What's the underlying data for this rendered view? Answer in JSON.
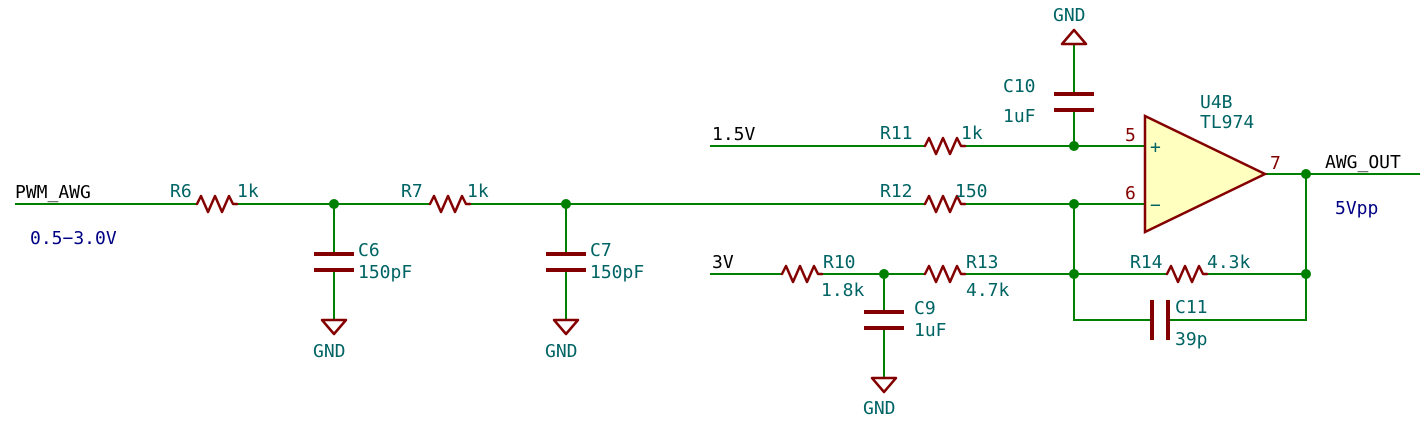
{
  "nets": {
    "pwm_awg": "PWM_AWG",
    "v15": "1.5V",
    "v3": "3V",
    "awg_out": "AWG_OUT"
  },
  "notes": {
    "input_range": "0.5−3.0V",
    "output_swing": "5Vpp"
  },
  "parts": {
    "r6": {
      "ref": "R6",
      "value": "1k"
    },
    "r7": {
      "ref": "R7",
      "value": "1k"
    },
    "r10": {
      "ref": "R10",
      "value": "1.8k"
    },
    "r11": {
      "ref": "R11",
      "value": "1k"
    },
    "r12": {
      "ref": "R12",
      "value": "150"
    },
    "r13": {
      "ref": "R13",
      "value": "4.7k"
    },
    "r14": {
      "ref": "R14",
      "value": "4.3k"
    },
    "c6": {
      "ref": "C6",
      "value": "150pF"
    },
    "c7": {
      "ref": "C7",
      "value": "150pF"
    },
    "c9": {
      "ref": "C9",
      "value": "1uF"
    },
    "c10": {
      "ref": "C10",
      "value": "1uF"
    },
    "c11": {
      "ref": "C11",
      "value": "39p"
    },
    "u4b": {
      "ref": "U4B",
      "value": "TL974",
      "pin_plus": "5",
      "pin_minus": "6",
      "pin_out": "7",
      "plus_sign": "+",
      "minus_sign": "−"
    }
  },
  "gnd": {
    "c6": "GND",
    "c7": "GND",
    "c9": "GND",
    "c10": "GND"
  }
}
